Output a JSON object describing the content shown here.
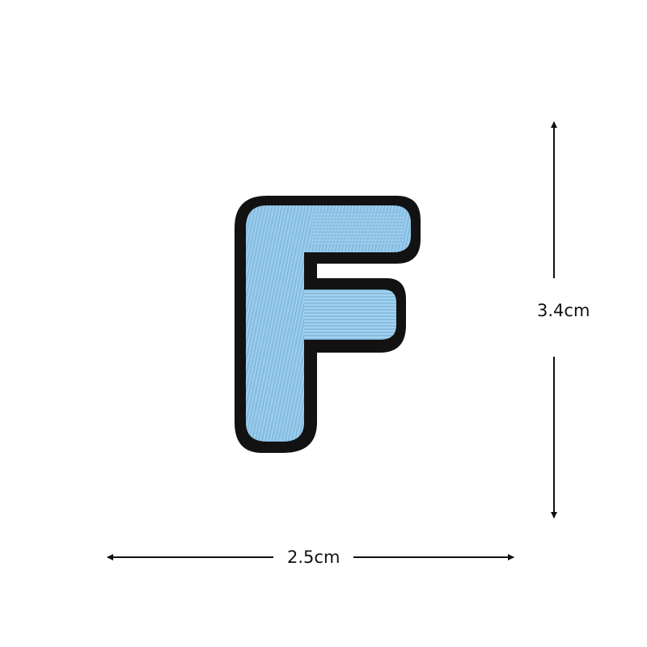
{
  "product": {
    "letter": "F",
    "fill_color": "#8cc3e6",
    "border_color": "#111111"
  },
  "dimensions": {
    "height_label": "3.4cm",
    "width_label": "2.5cm",
    "line_color": "#111111"
  }
}
